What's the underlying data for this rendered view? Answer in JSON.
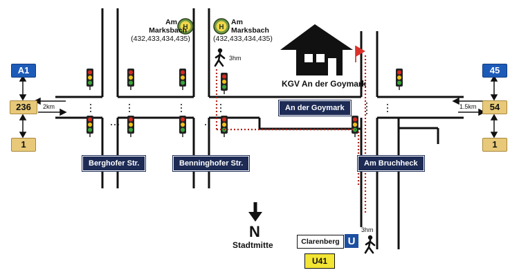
{
  "left_signs": {
    "motorway": "A1",
    "federal": "236",
    "distance": "2km",
    "road": "1"
  },
  "right_signs": {
    "motorway": "45",
    "federal": "54",
    "distance": "1.5km",
    "road": "1"
  },
  "bus_stops": [
    {
      "line1": "Am",
      "line2": "Marksbach",
      "lines": "(432,433,434,435)",
      "symbol": "H"
    },
    {
      "line1": "Am",
      "line2": "Marksbach",
      "lines": "(432,433,434,435)",
      "symbol": "H"
    }
  ],
  "walk_top": "3hm",
  "walk_bottom": "3hm",
  "destination": "KGV An der Goymark",
  "streets": {
    "goymark": "An der Goymark",
    "berghofer": "Berghofer Str.",
    "benninghofer": "Benninghofer Str.",
    "bruchheck": "Am Bruchheck"
  },
  "compass": {
    "letter": "N",
    "label": "Stadtmitte"
  },
  "station": {
    "name": "Clarenberg",
    "symbol": "U",
    "line": "U41"
  },
  "colors": {
    "route": "#b0241b",
    "sign_blue": "#1d2b55",
    "motorway": "#1d5bb8",
    "federal": "#e8c979",
    "bus_green": "#5c8c3e"
  }
}
